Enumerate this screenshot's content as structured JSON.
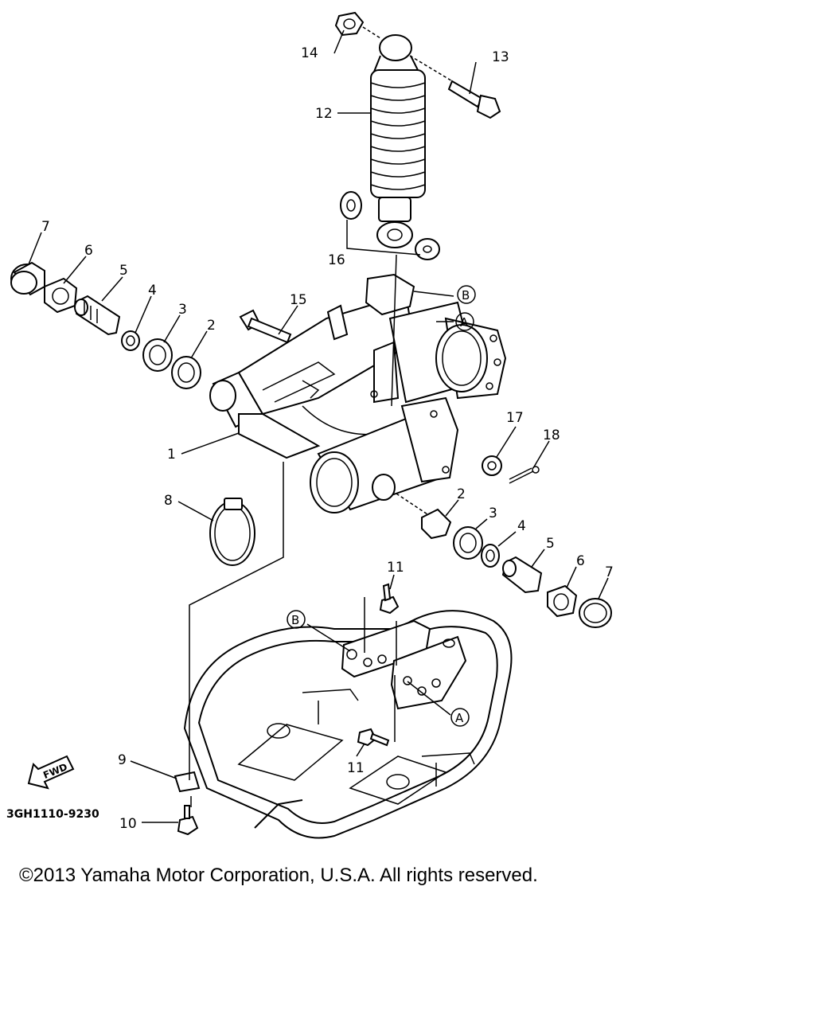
{
  "diagram": {
    "callouts": [
      {
        "id": "c1",
        "label": "1"
      },
      {
        "id": "c2a",
        "label": "2"
      },
      {
        "id": "c2b",
        "label": "2"
      },
      {
        "id": "c3a",
        "label": "3"
      },
      {
        "id": "c3b",
        "label": "3"
      },
      {
        "id": "c4a",
        "label": "4"
      },
      {
        "id": "c4b",
        "label": "4"
      },
      {
        "id": "c5a",
        "label": "5"
      },
      {
        "id": "c5b",
        "label": "5"
      },
      {
        "id": "c6a",
        "label": "6"
      },
      {
        "id": "c6b",
        "label": "6"
      },
      {
        "id": "c7a",
        "label": "7"
      },
      {
        "id": "c7b",
        "label": "7"
      },
      {
        "id": "c8",
        "label": "8"
      },
      {
        "id": "c9",
        "label": "9"
      },
      {
        "id": "c10",
        "label": "10"
      },
      {
        "id": "c11a",
        "label": "11"
      },
      {
        "id": "c11b",
        "label": "11"
      },
      {
        "id": "c12",
        "label": "12"
      },
      {
        "id": "c13",
        "label": "13"
      },
      {
        "id": "c14",
        "label": "14"
      },
      {
        "id": "c15",
        "label": "15"
      },
      {
        "id": "c16",
        "label": "16"
      },
      {
        "id": "c17",
        "label": "17"
      },
      {
        "id": "c18",
        "label": "18"
      }
    ],
    "reference_marks": [
      {
        "id": "rB1",
        "label": "B"
      },
      {
        "id": "rA1",
        "label": "A"
      },
      {
        "id": "rB2",
        "label": "B"
      },
      {
        "id": "rA2",
        "label": "A"
      }
    ],
    "fwd_label": "FWD",
    "diagram_code": "3GH1110-9230"
  },
  "footer": {
    "copyright": "©2013 Yamaha Motor Corporation, U.S.A. All rights reserved."
  }
}
